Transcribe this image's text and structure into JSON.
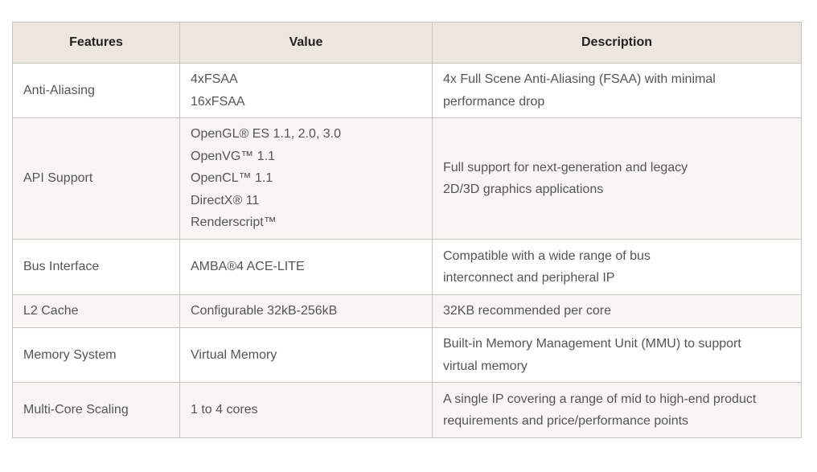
{
  "table": {
    "headers": [
      "Features",
      "Value",
      "Description"
    ],
    "rows": [
      {
        "feature": "Anti-Aliasing",
        "value": [
          "4xFSAA",
          "16xFSAA"
        ],
        "description": [
          "4x Full Scene Anti-Aliasing (FSAA) with minimal",
          "performance drop"
        ]
      },
      {
        "feature": "API Support",
        "value": [
          "OpenGL® ES 1.1, 2.0, 3.0",
          "OpenVG™ 1.1",
          "OpenCL™ 1.1",
          "DirectX® 11",
          "Renderscript™"
        ],
        "description": [
          "Full support for next-generation and legacy",
          "2D/3D graphics applications"
        ]
      },
      {
        "feature": "Bus Interface",
        "value": [
          "AMBA®4 ACE-LITE"
        ],
        "description": [
          "Compatible with a wide range of bus",
          "interconnect and peripheral IP"
        ]
      },
      {
        "feature": "L2 Cache",
        "value": [
          "Configurable 32kB-256kB"
        ],
        "description": [
          "32KB recommended per core"
        ]
      },
      {
        "feature": "Memory System",
        "value": [
          "Virtual Memory"
        ],
        "description": [
          "Built-in Memory Management Unit (MMU) to support",
          "virtual memory"
        ]
      },
      {
        "feature": "Multi-Core Scaling",
        "value": [
          "1 to 4 cores"
        ],
        "description": [
          "A single IP covering a range of mid to high-end product",
          "requirements and price/performance points"
        ]
      }
    ]
  },
  "colors": {
    "header_bg": "#ece6df",
    "alt_row_bg": "#f8f6f2",
    "border": "#c9c4bd",
    "text": "#555555",
    "header_text": "#222222"
  }
}
